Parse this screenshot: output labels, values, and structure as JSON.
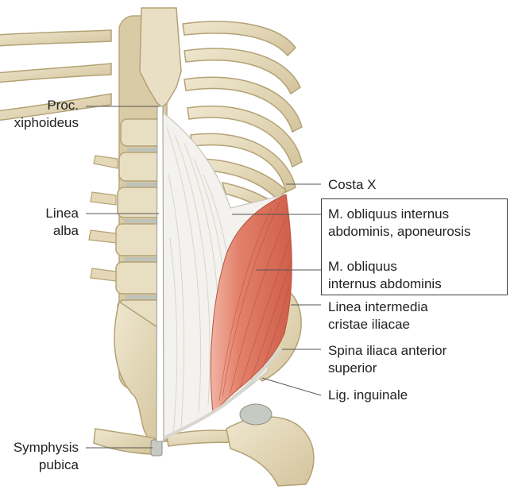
{
  "labels": {
    "proc_xiphoideus": [
      "Proc.",
      "xiphoideus"
    ],
    "linea_alba": [
      "Linea",
      "alba"
    ],
    "symphysis_pubica": [
      "Symphysis",
      "pubica"
    ],
    "costa_x": [
      "Costa X"
    ],
    "aponeurosis": [
      "M. obliquus internus",
      "abdominis, aponeurosis"
    ],
    "muscle": [
      "M. obliquus",
      "internus abdominis"
    ],
    "linea_intermedia": [
      "Linea intermedia",
      "cristae iliacae"
    ],
    "spina_iliaca": [
      "Spina iliaca anterior",
      "superior"
    ],
    "lig_inguinale": [
      "Lig. inguinale"
    ]
  },
  "colors": {
    "bone": "#e6dcc0",
    "bone_shade": "#c9b98e",
    "aponeurosis": "#f1f0ec",
    "muscle": "#e07860",
    "muscle_dark": "#c9533f",
    "leader": "#555555"
  }
}
